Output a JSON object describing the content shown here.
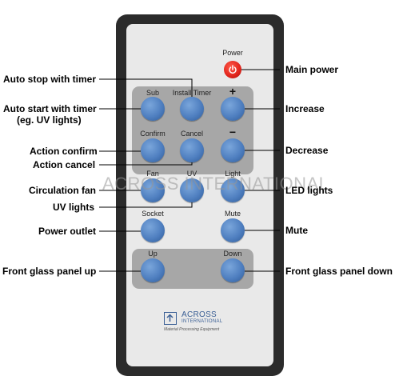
{
  "remote": {
    "power_label": "Power",
    "keys": {
      "sub": "Sub",
      "install_timer": "Install Timer",
      "plus": "+",
      "confirm": "Confirm",
      "cancel": "Cancel",
      "minus": "−",
      "fan": "Fan",
      "uv": "UV",
      "light": "Light",
      "socket": "Socket",
      "mute": "Mute",
      "up": "Up",
      "down": "Down"
    },
    "brand": {
      "name": "ACROSS",
      "sub": "INTERNATIONAL",
      "tagline": "Material Processing Equipment",
      "logo_icon": "arrow-up-logo-icon"
    },
    "watermark": "ACROSS INTERNATIONAL"
  },
  "callouts": {
    "auto_stop": "Auto stop with timer",
    "auto_start_1": "Auto start with timer",
    "auto_start_2": "(eg. UV lights)",
    "action_confirm": "Action confirm",
    "action_cancel": "Action cancel",
    "circulation_fan": "Circulation fan",
    "uv_lights": "UV lights",
    "power_outlet": "Power outlet",
    "front_up": "Front glass panel up",
    "main_power": "Main power",
    "increase": "Increase",
    "decrease": "Decrease",
    "led_lights": "LED lights",
    "mute": "Mute",
    "front_down": "Front glass panel down"
  },
  "colors": {
    "button_blue": "#4f7fc0",
    "power_red": "#e0231a",
    "panel_gray": "#a7a7a7",
    "body_dark": "#2b2b2b"
  }
}
